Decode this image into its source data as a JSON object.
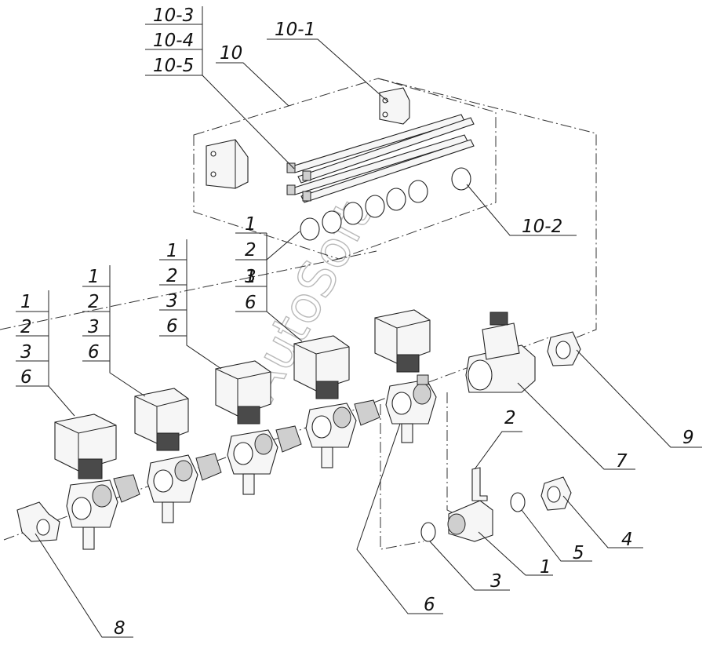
{
  "watermark": "AutoSoft",
  "labels": {
    "l10_3": "10-3",
    "l10_4": "10-4",
    "l10_5": "10-5",
    "l10": "10",
    "l10_1": "10-1",
    "l10_2": "10-2",
    "s1": [
      "1",
      "2",
      "3",
      "6"
    ],
    "s2": [
      "1",
      "2",
      "3",
      "6"
    ],
    "s3": [
      "1",
      "2",
      "3",
      "6"
    ],
    "s4": [
      "1",
      "2"
    ],
    "s5": [
      "1",
      "2",
      "3",
      "6"
    ],
    "l2": "2",
    "l1": "1",
    "l3": "3",
    "l4": "4",
    "l5": "5",
    "l6": "6",
    "l7": "7",
    "l8": "8",
    "l9": "9"
  }
}
